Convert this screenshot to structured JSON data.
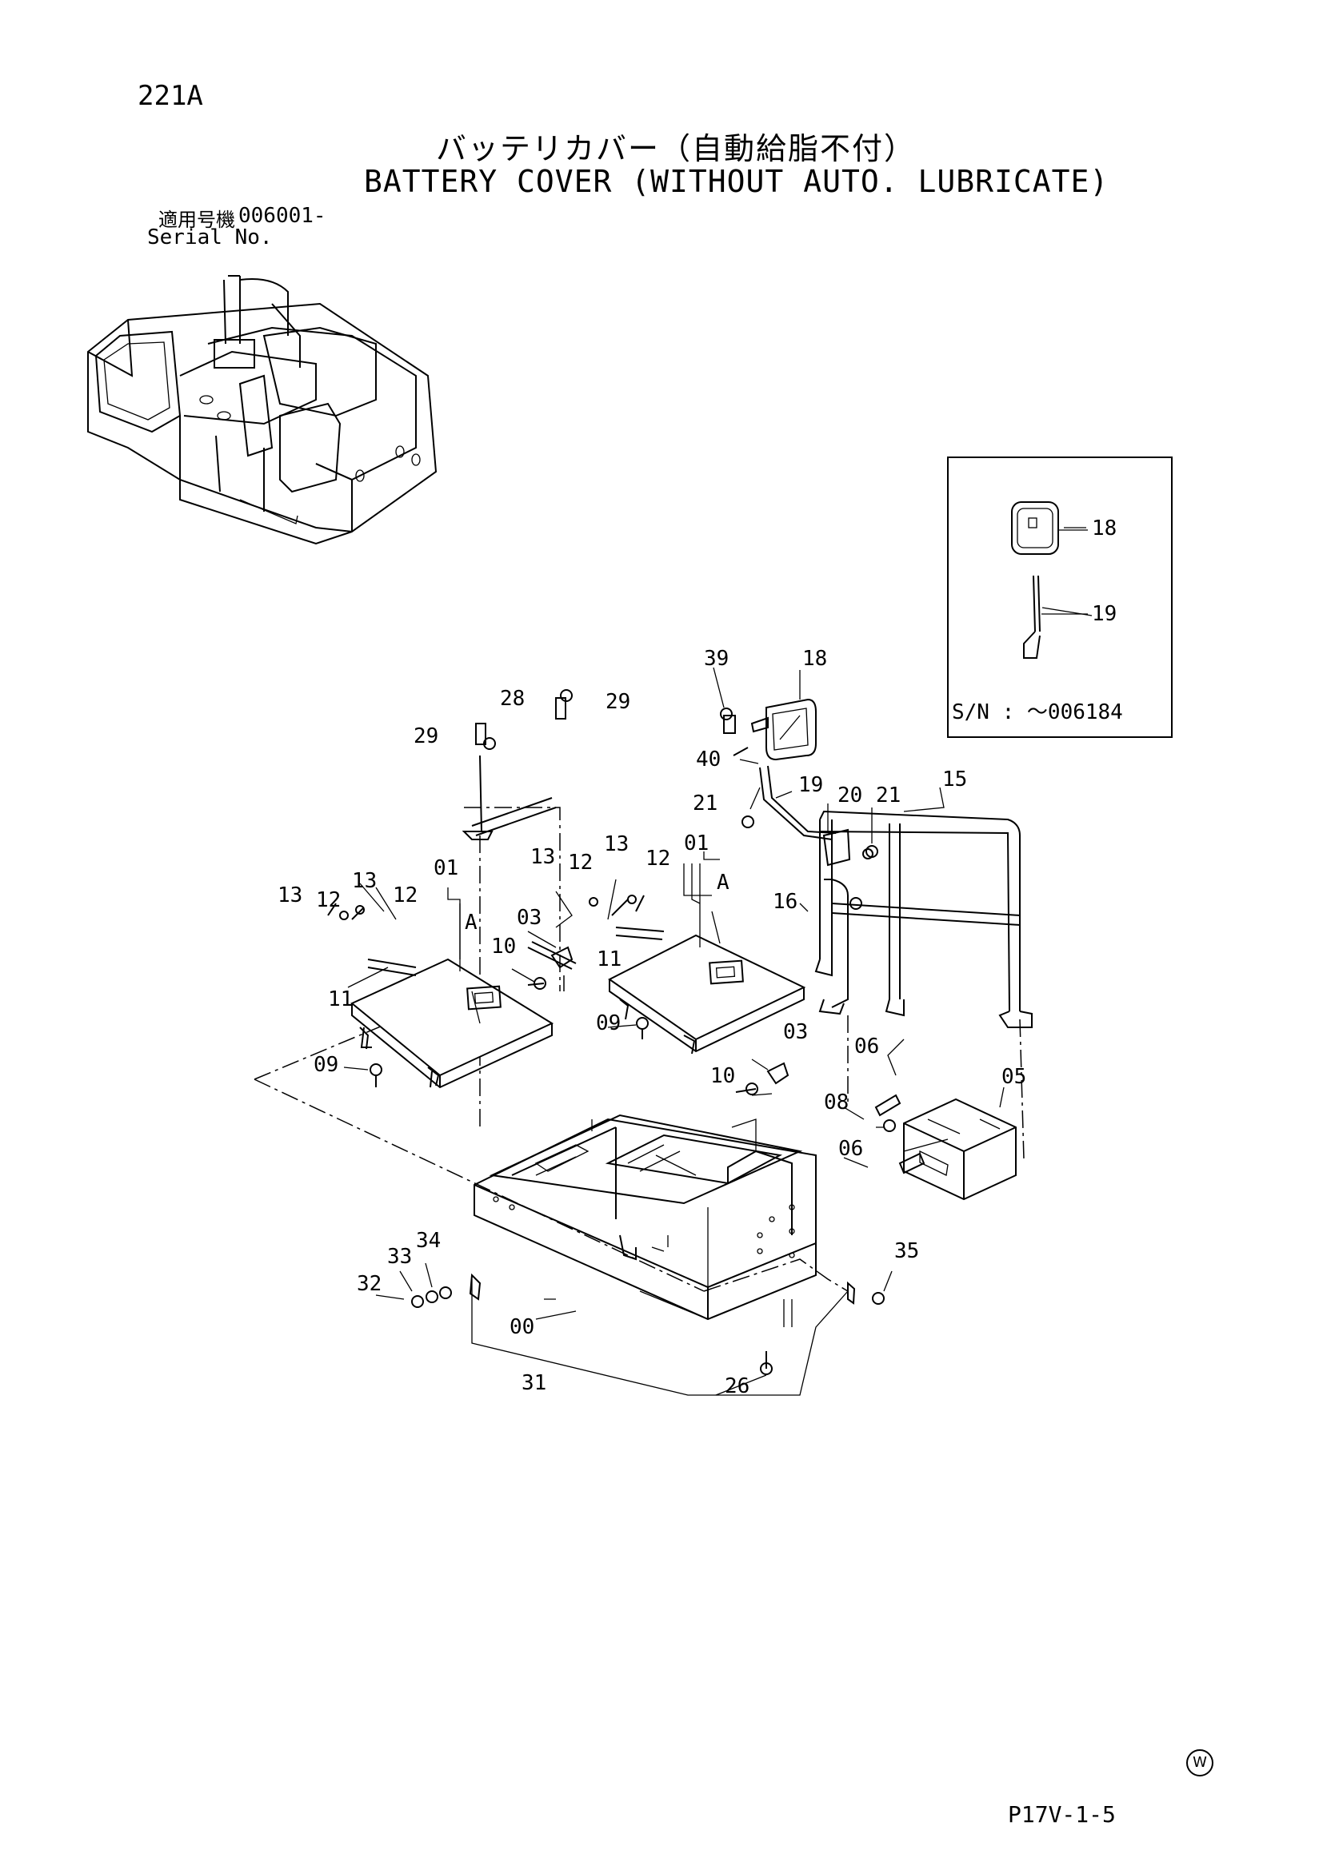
{
  "page_code": "221A",
  "title_jp": "バッテリカバー（自動給脂不付）",
  "title_en": "BATTERY COVER (WITHOUT AUTO. LUBRICATE)",
  "serial": {
    "label_jp": "適用号機",
    "value": "006001-",
    "label_en": "Serial No."
  },
  "inset": {
    "parts": [
      "18",
      "19"
    ],
    "serial_note": "S/N : ～006184"
  },
  "part_labels": [
    "00",
    "01",
    "01",
    "03",
    "03",
    "05",
    "06",
    "06",
    "08",
    "09",
    "09",
    "10",
    "10",
    "11",
    "11",
    "12",
    "12",
    "12",
    "12",
    "13",
    "13",
    "13",
    "13",
    "15",
    "16",
    "18",
    "19",
    "20",
    "21",
    "21",
    "26",
    "28",
    "29",
    "29",
    "31",
    "32",
    "33",
    "34",
    "35",
    "39",
    "40"
  ],
  "detail_markers": [
    "A",
    "A"
  ],
  "footer_code": "P17V-1-5",
  "watermark": "W"
}
